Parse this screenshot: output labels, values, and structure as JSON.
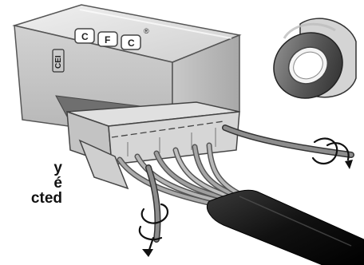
{
  "illustration": {
    "device": {
      "brand_letters": [
        "C",
        "F",
        "C"
      ],
      "registered_mark": "®",
      "side_mark": "CEI"
    },
    "caption_lines": [
      "y",
      "é",
      "cted"
    ],
    "icons": [
      "tape-roll-icon",
      "twist-arrow-icon",
      "connector-icon",
      "cable-bundle-icon"
    ]
  }
}
